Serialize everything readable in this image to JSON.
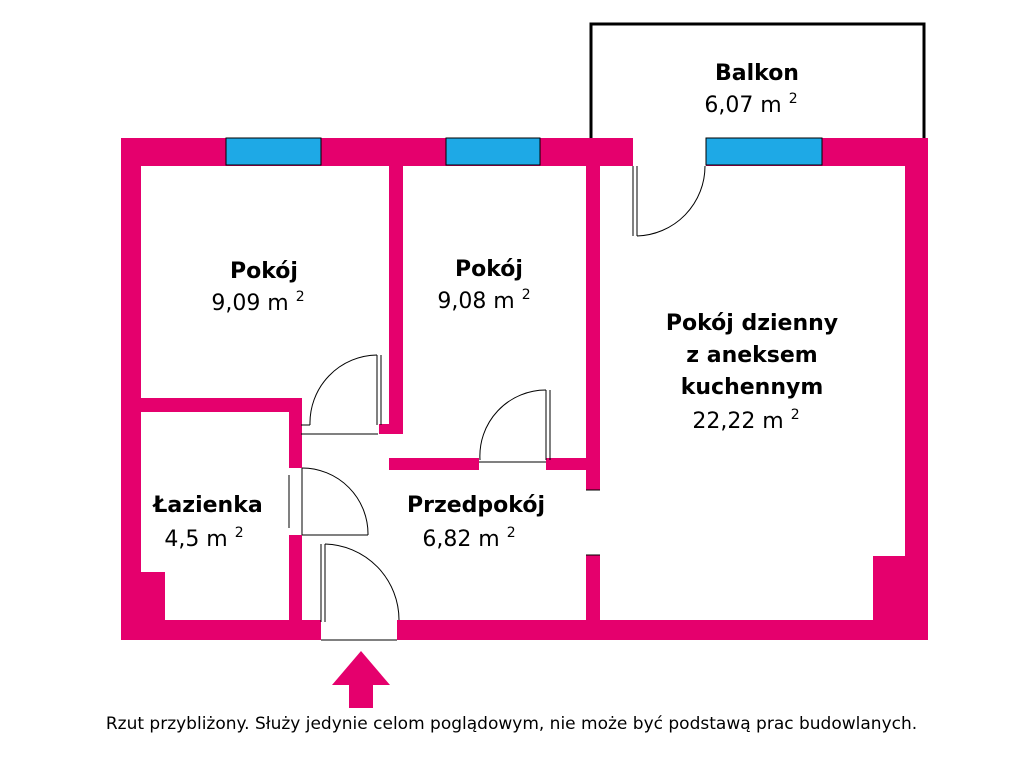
{
  "rooms": [
    {
      "id": "pokoj-1",
      "name": "Pokój",
      "area": "9,09 m",
      "unit_sup": "2"
    },
    {
      "id": "pokoj-2",
      "name": "Pokój",
      "area": "9,08 m",
      "unit_sup": "2"
    },
    {
      "id": "living",
      "name_lines": [
        "Pokój dzienny",
        "z aneksem",
        "kuchennym"
      ],
      "area": "22,22 m",
      "unit_sup": "2"
    },
    {
      "id": "balkon",
      "name": "Balkon",
      "area": "6,07 m",
      "unit_sup": "2"
    },
    {
      "id": "lazienka",
      "name": "Łazienka",
      "area": "4,5 m",
      "unit_sup": "2"
    },
    {
      "id": "przedpokoj",
      "name": "Przedpokój",
      "area": "6,82 m",
      "unit_sup": "2"
    }
  ],
  "disclaimer": "Rzut przybliżony. Służy jedynie celom poglądowym, nie może być podstawą prac budowlanych.",
  "colors": {
    "wall": "#e5006d",
    "window": "#1ea9e6",
    "door_line": "#000000",
    "balcony_line": "#000000"
  },
  "icons": {
    "entrance": "up-arrow-icon"
  }
}
